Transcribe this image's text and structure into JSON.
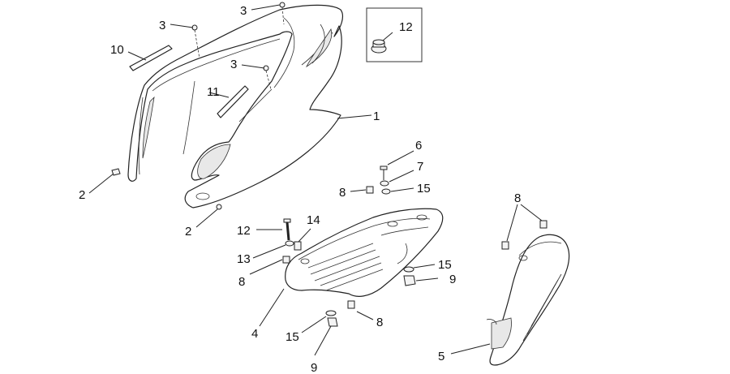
{
  "callouts": [
    {
      "id": "c1",
      "label": "1"
    },
    {
      "id": "c2a",
      "label": "2"
    },
    {
      "id": "c2b",
      "label": "2"
    },
    {
      "id": "c3a",
      "label": "3"
    },
    {
      "id": "c3b",
      "label": "3"
    },
    {
      "id": "c3c",
      "label": "3"
    },
    {
      "id": "c4",
      "label": "4"
    },
    {
      "id": "c5",
      "label": "5"
    },
    {
      "id": "c6",
      "label": "6"
    },
    {
      "id": "c7",
      "label": "7"
    },
    {
      "id": "c8a",
      "label": "8"
    },
    {
      "id": "c8b",
      "label": "8"
    },
    {
      "id": "c8c",
      "label": "8"
    },
    {
      "id": "c8d",
      "label": "8"
    },
    {
      "id": "c9a",
      "label": "9"
    },
    {
      "id": "c9b",
      "label": "9"
    },
    {
      "id": "c10",
      "label": "10"
    },
    {
      "id": "c11",
      "label": "11"
    },
    {
      "id": "c12a",
      "label": "12"
    },
    {
      "id": "c12b",
      "label": "12"
    },
    {
      "id": "c13",
      "label": "13"
    },
    {
      "id": "c14",
      "label": "14"
    },
    {
      "id": "c15a",
      "label": "15"
    },
    {
      "id": "c15b",
      "label": "15"
    },
    {
      "id": "c15c",
      "label": "15"
    }
  ]
}
